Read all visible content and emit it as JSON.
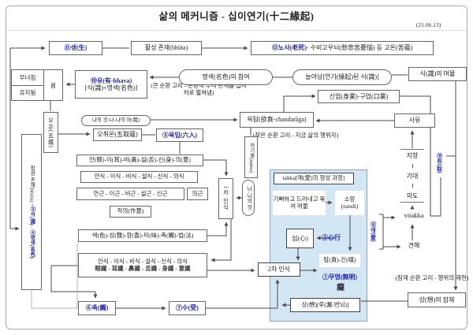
{
  "title": "삶의 메커니즘 - 십이연기(十二緣起)",
  "date": "(21.06.13)",
  "colors": {
    "accent_blue": "#2424bb",
    "takka_bg": "#d2e6f3",
    "wire": "#4a4a4a",
    "light_wire": "#b5b5b5"
  },
  "nodes": {
    "saeng": "⑪생(生)",
    "hwalseong": "활성 존재(bhūta)",
    "nosa_blue": "⑫노사(老死)",
    "nosa_rest": " - 수비고우뇌(愁悲苦憂惱) 등 고온(苦蘊)",
    "munojim": "무너짐",
    "yujidoem": "유지됨",
    "mom": "몸",
    "yu_line1": "⑩유(有-bhava)",
    "yu_line2": "[식(識)+명색(名色)]",
    "keun_loop": "(큰 순환 고리 - 순환적 누적 관계를 십이처로 펼쳐냄)",
    "myeongsaek_chamyeo": "명색(名色)의 참여",
    "neureonam": "늘어남[연기(緣起)된 식(識)]",
    "sik_memul": "식(識)의 머묾",
    "sineop": "신업(身業)-구업(口業)",
    "yoktam": "욕탐(欲貪-chandarāga)",
    "jageun_loop": "(작은 순환 고리 - 지금 삶의 행위자)",
    "sayu": "사유",
    "naui_geot": "나의 것-나-나의 아(我)",
    "oon": "오온(五蘊)",
    "ochwion": "오취온(五取蘊)",
    "yugip": "⑤육입(六入)",
    "tall_prefix": "활성 존재(bhūta) =",
    "tall_links": "③식(識) - ④명색(名色)",
    "an6": "안(眼)-이(耳)-비(鼻)-설(舌)-신(身)-의(意)",
    "ansik1": "안식 - 이식 - 비식 - 설식 - 신식 - 의식",
    "angeun": "안근 - 이근 - 비근 - 설근 - 신근",
    "uigeun": "의근",
    "jagui": "작의(作意)",
    "saek6": "색(色)-성(聲)-향(香)-미(味)-촉(觸)-법(法)",
    "ansik2_ko": "안식 - 이식 - 비식 - 설식 - 신식 - 의식",
    "ansik2_ha": "眼識 - 耳識 - 鼻識 - 舌識 - 身識 - 意識",
    "ilcha": "1차 인식",
    "nana": "나-나의 것",
    "jagihwa": "자기화(māna)",
    "takka_title": "takka[애(愛)의 형성 과정]",
    "gippeo": "기뻐하고 드러내고 묶여 머묾",
    "somang_l1": "소망",
    "somang_l2": "(nandi)",
    "sim": "심(心)",
    "simhaeng": "②心行",
    "tamjin": "탐(貪)-진(嗔)",
    "mumyeong": "①무명(無明)",
    "chi": "癡",
    "sangru": "상(想)[루(漏-번뇌)]",
    "icha": "2차 인식",
    "ae": "⑧애(愛)",
    "vitakka": "vitakka",
    "gyeonhae": "견해",
    "jihyang": "지향",
    "gidae": "기대",
    "uido": "의도",
    "chwi": "⑨취(取)",
    "jamjae_loop": "(잠재 순환 고리 - 행위의 재현)",
    "sang_jamjae": "상(想)의 잠재",
    "chok": "⑥촉(觸)",
    "su": "⑦수(受)"
  }
}
